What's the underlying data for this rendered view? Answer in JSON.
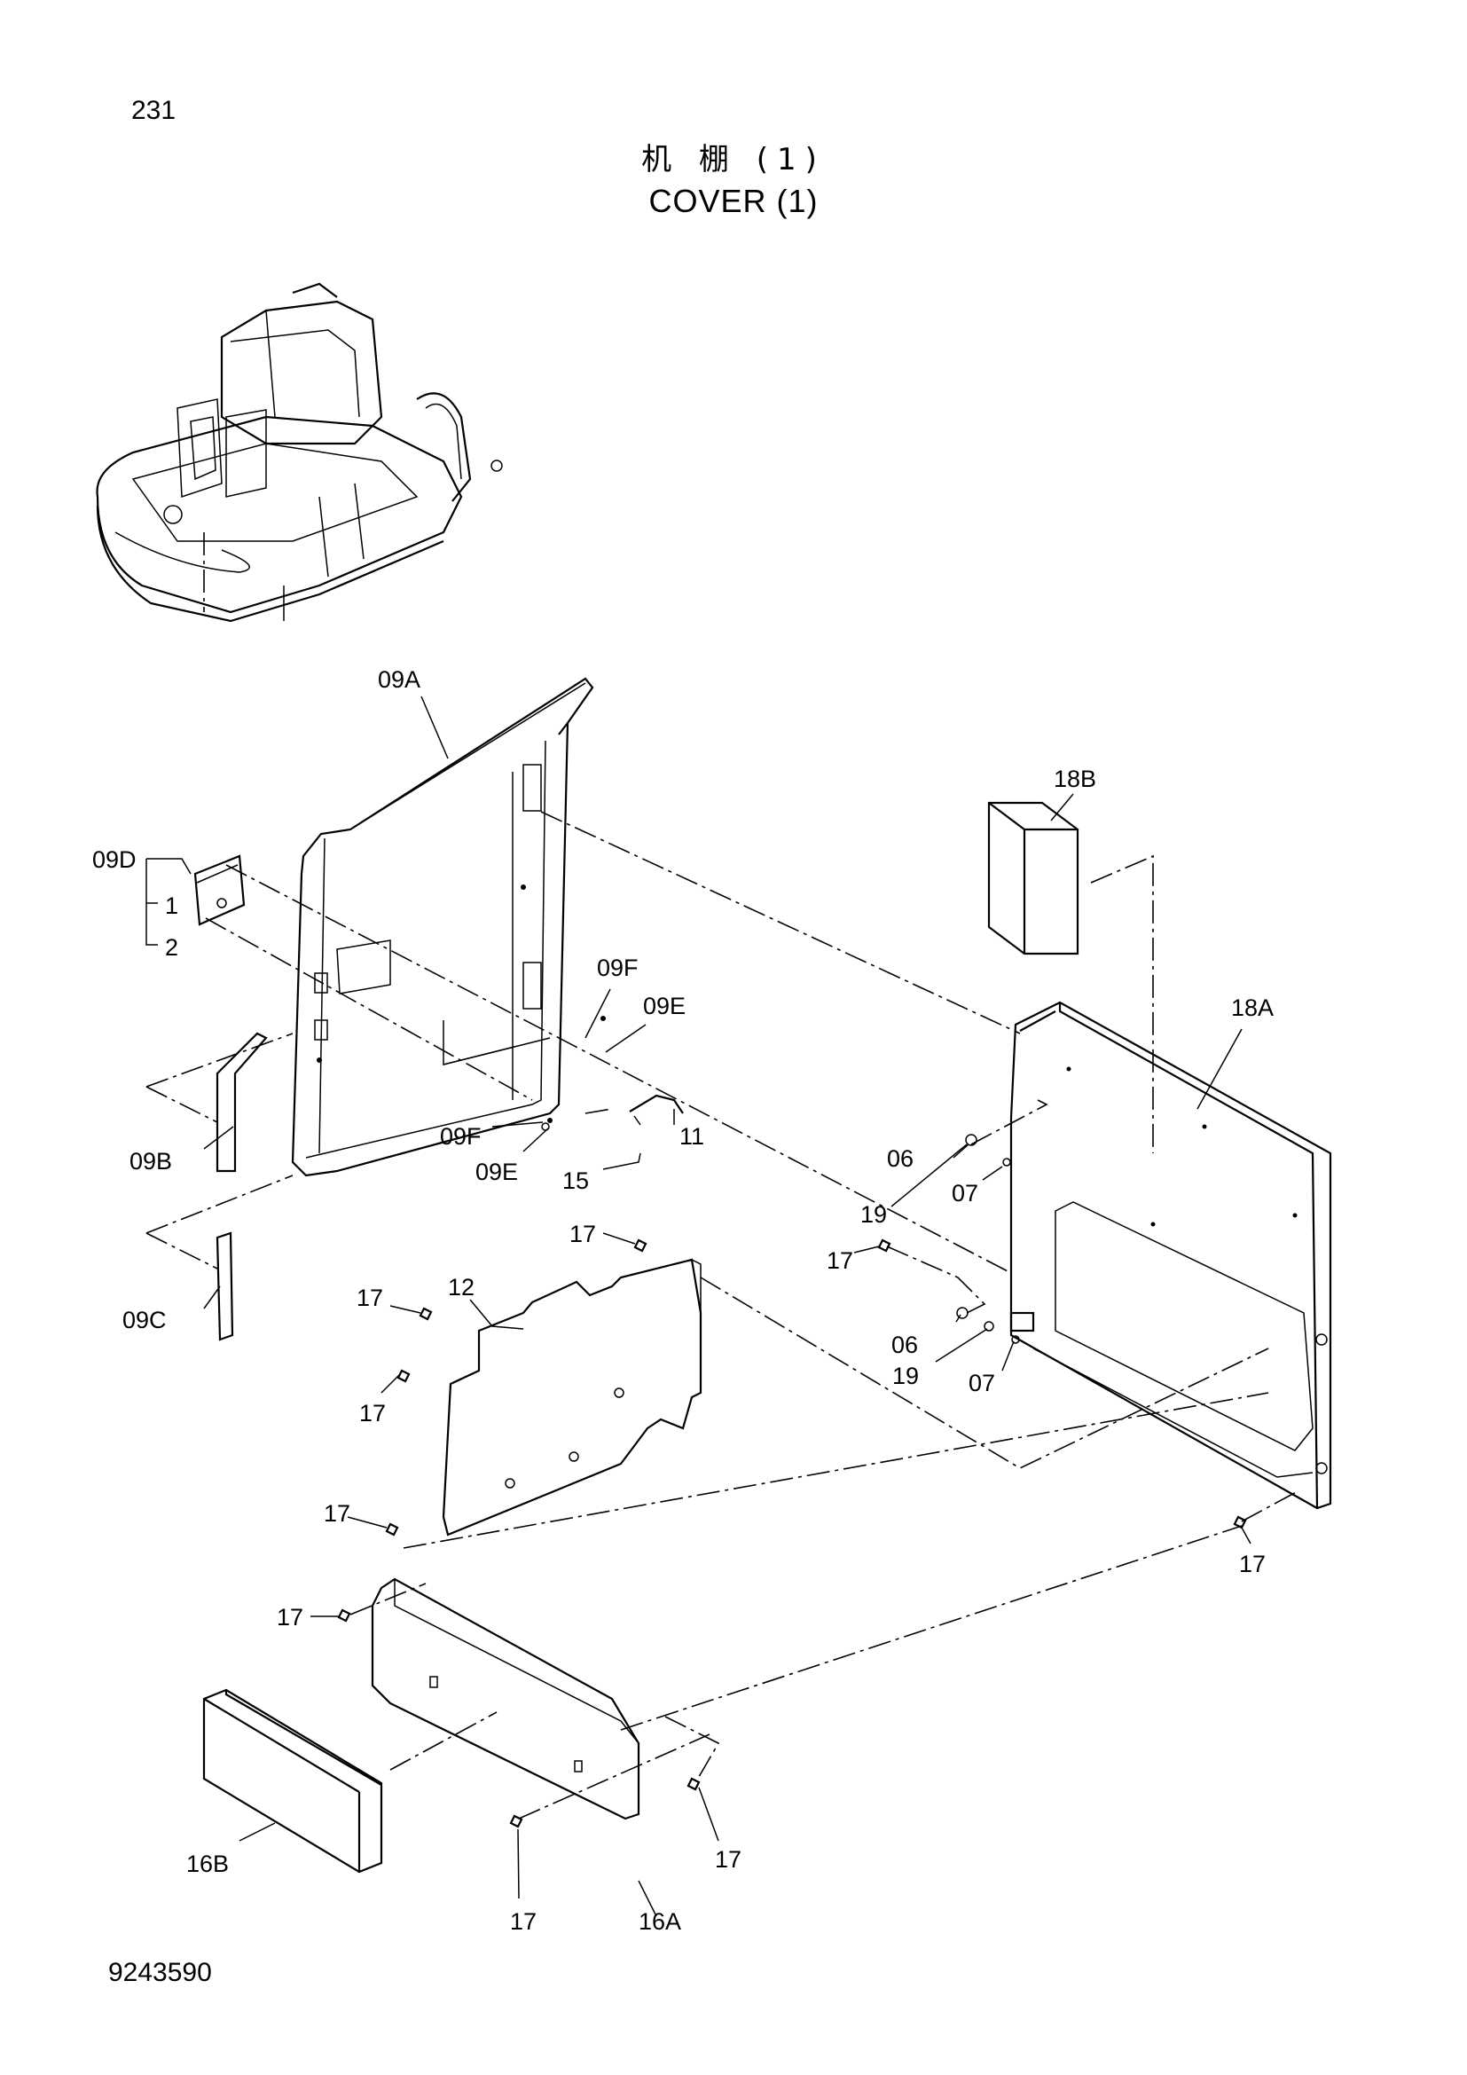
{
  "page_number": "231",
  "title_cn": "机 棚 (1)",
  "title_en": "COVER (1)",
  "document_id": "9243590",
  "callouts": {
    "c09A": "09A",
    "c18B": "18B",
    "c09D": "09D",
    "c09D_1": "1",
    "c09D_2": "2",
    "c09F_top": "09F",
    "c09E_top": "09E",
    "c18A": "18A",
    "c09F_bot": "09F",
    "c09E_bot": "09E",
    "c11": "11",
    "c09B": "09B",
    "c15": "15",
    "c06_top": "06",
    "c07_top": "07",
    "c19_top": "19",
    "c17_a": "17",
    "c17_b": "17",
    "c12": "12",
    "c17_c": "17",
    "c09C": "09C",
    "c06_bot": "06",
    "c19_bot": "19",
    "c07_bot": "07",
    "c17_d": "17",
    "c17_e": "17",
    "c17_f": "17",
    "c17_g": "17",
    "c17_h": "17",
    "c17_i": "17",
    "c16B": "16B",
    "c16A": "16A"
  }
}
